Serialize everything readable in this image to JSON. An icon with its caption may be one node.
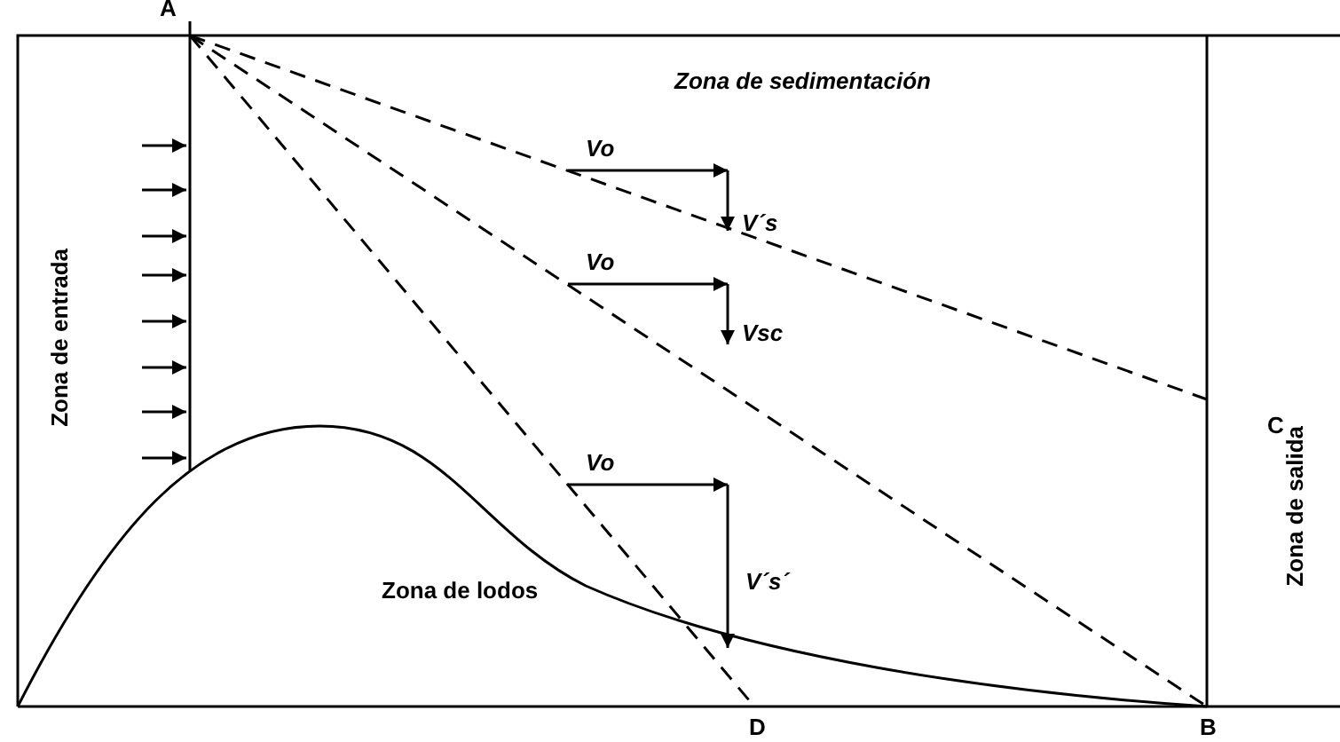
{
  "diagram": {
    "labels": [
      "A",
      "Zona de sedimentación",
      "Vo",
      "V´s",
      "Zona de entrada",
      "Vo",
      "Vsc",
      "C",
      "Zona de salida",
      "Vo",
      "V´s´",
      "Zona de lodos",
      "D",
      "B"
    ]
  }
}
